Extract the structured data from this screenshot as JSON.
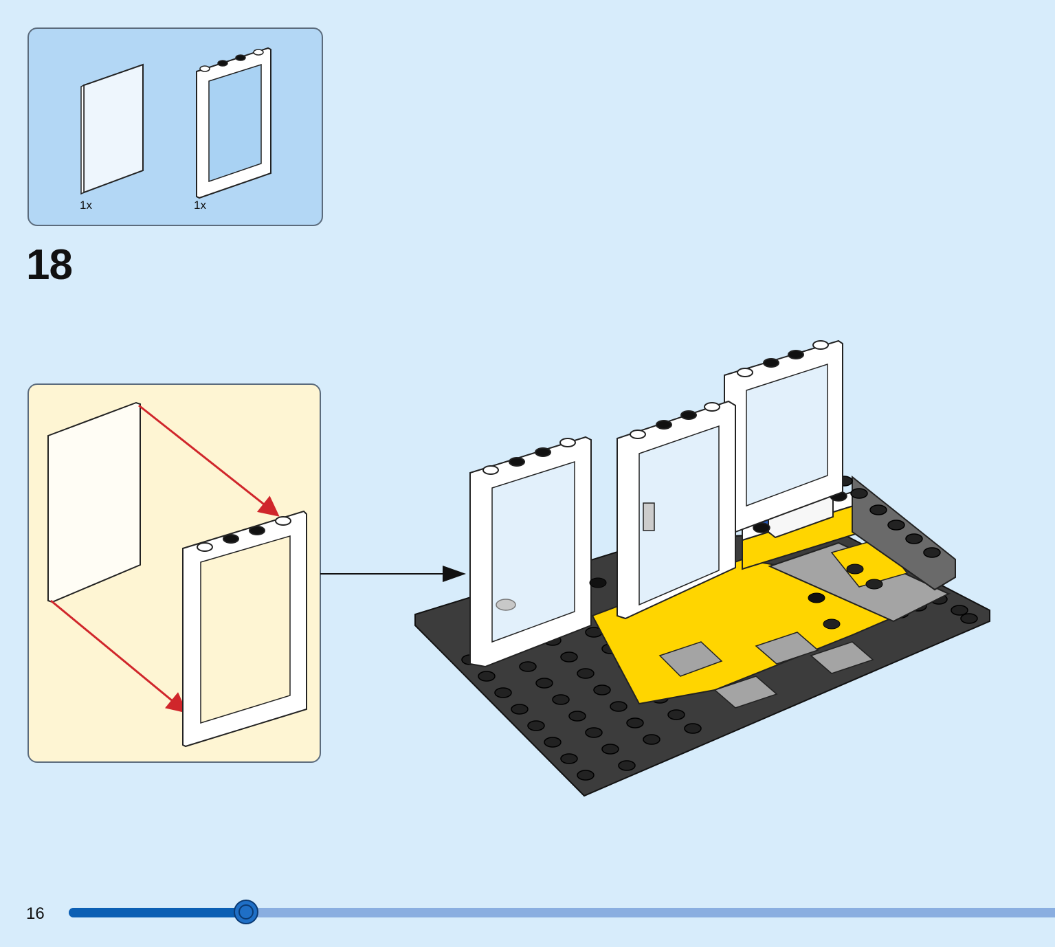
{
  "parts_list": {
    "items": [
      {
        "name": "glass-pane",
        "quantity": "1x"
      },
      {
        "name": "window-frame",
        "quantity": "1x"
      }
    ]
  },
  "step": {
    "number": "18"
  },
  "page": {
    "number": "16",
    "progress": 0.18
  },
  "colors": {
    "background": "#d7ecfb",
    "parts_box": "#b3d7f5",
    "callout_box": "#fef5d3",
    "arrow_red": "#d0262b",
    "baseplate": "#3c3c3c",
    "tile_yellow": "#ffd500",
    "tile_gray": "#a4a4a4",
    "progress_fill": "#0b5fb4",
    "progress_track": "#8aaee0"
  }
}
